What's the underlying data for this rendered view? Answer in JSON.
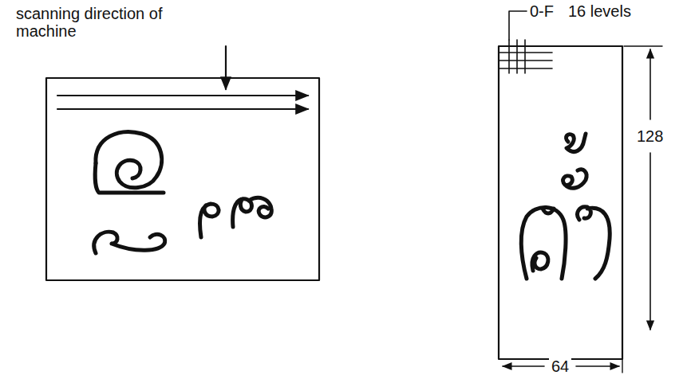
{
  "diagram": {
    "labels": [
      "scanning direction of machine",
      "0-F",
      "16 levels",
      "128",
      "64"
    ]
  }
}
